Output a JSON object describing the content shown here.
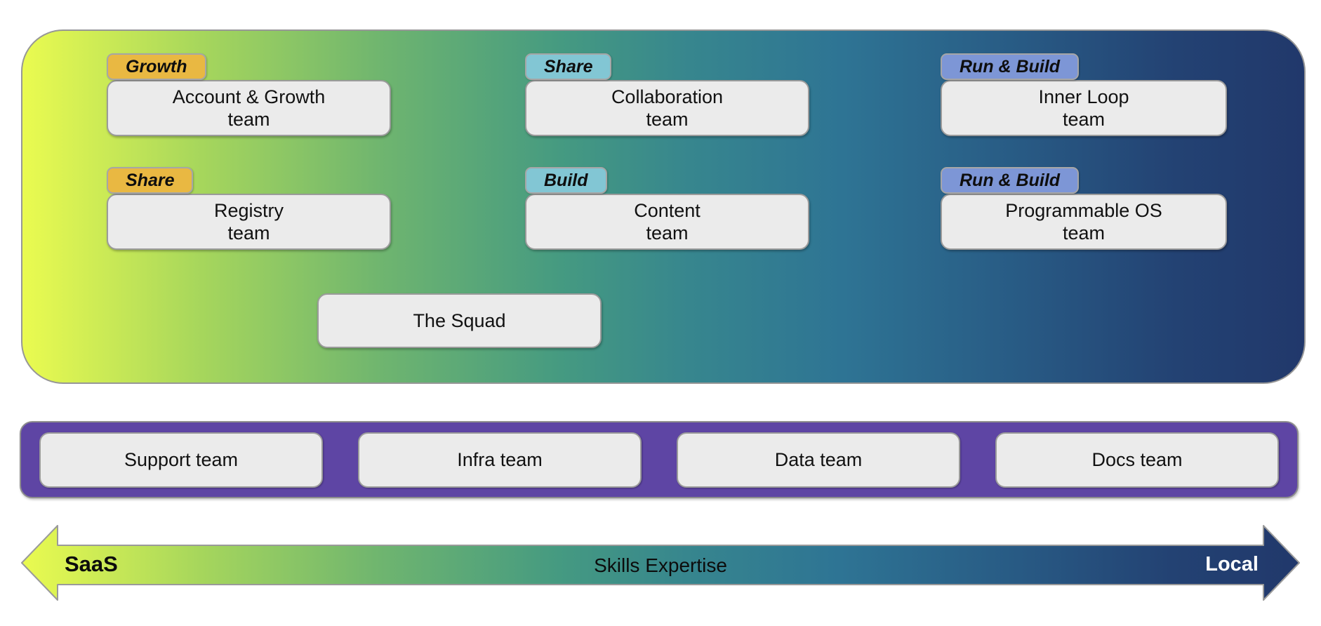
{
  "colors": {
    "badge_gold": "#e9b842",
    "badge_teal": "#82c6d4",
    "badge_periwinkle": "#7d96d6",
    "panel_gradient_left": "#eafb50",
    "panel_gradient_right": "#21386b",
    "support_bar_purple": "#5e45a4",
    "card_gray": "#ebebeb"
  },
  "panel": {
    "cards": [
      {
        "badge": "Growth",
        "badge_color": "#e9b842",
        "line1": "Account & Growth",
        "line2": "team"
      },
      {
        "badge": "Share",
        "badge_color": "#e9b842",
        "line1": "Registry",
        "line2": "team"
      },
      {
        "badge": "Share",
        "badge_color": "#82c6d4",
        "line1": "Collaboration",
        "line2": "team"
      },
      {
        "badge": "Build",
        "badge_color": "#82c6d4",
        "line1": "Content",
        "line2": "team"
      },
      {
        "badge": "Run & Build",
        "badge_color": "#7d96d6",
        "line1": "Inner Loop",
        "line2": "team"
      },
      {
        "badge": "Run & Build",
        "badge_color": "#7d96d6",
        "line1": "Programmable OS",
        "line2": "team"
      }
    ],
    "squad_label": "The Squad"
  },
  "support_bar": {
    "teams": [
      "Support team",
      "Infra team",
      "Data team",
      "Docs team"
    ]
  },
  "axis": {
    "left_label": "SaaS",
    "center_label": "Skills Expertise",
    "right_label": "Local"
  }
}
